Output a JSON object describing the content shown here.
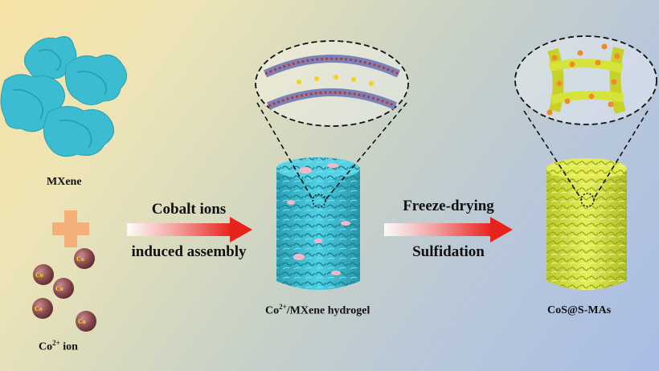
{
  "labels": {
    "mxene": "MXene",
    "co_ion_base": "Co",
    "co_ion_sup": "2+",
    "co_ion_suffix": " ion",
    "hydrogel_base": "Co",
    "hydrogel_sup": "2+",
    "hydrogel_suffix": "/MXene hydrogel",
    "product": "CoS@S-MAs",
    "ion_symbol": "Co",
    "ion_charge": "2+"
  },
  "steps": {
    "step1_top": "Cobalt ions",
    "step1_bottom": "induced assembly",
    "step2_top": "Freeze-drying",
    "step2_bottom": "Sulfidation"
  },
  "colors": {
    "mxene": "#3cbcd0",
    "plus": "#f5b07a",
    "ion": "#8a4a4e",
    "ion_text": "#ffe200",
    "arrow": "#e8231b",
    "product": "#d6e33a",
    "pink": "#f2b8c8"
  }
}
